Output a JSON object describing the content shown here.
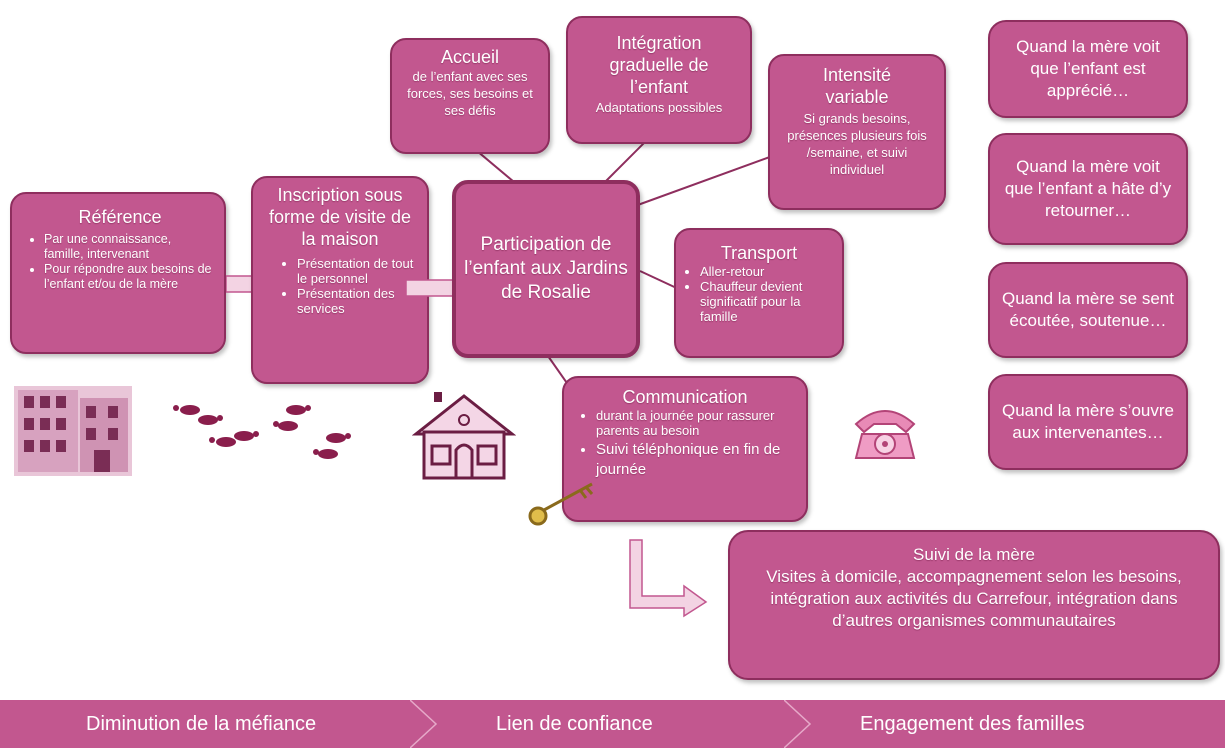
{
  "reference": {
    "title": "Référence",
    "bullets": [
      "Par une connaissance, famille, intervenant",
      "Pour répondre aux besoins de l’enfant et/ou de la mère"
    ]
  },
  "inscription": {
    "title": "Inscription sous forme de visite de la maison",
    "bullets": [
      "Présentation de tout le personnel",
      "Présentation des services"
    ]
  },
  "participation": {
    "title": "Participation de l’enfant aux Jardins de Rosalie"
  },
  "accueil": {
    "title": "Accueil",
    "text": "de l’enfant avec ses forces, ses besoins et ses défis"
  },
  "integration": {
    "title": "Intégration graduelle de l’enfant",
    "text": "Adaptations possibles"
  },
  "intensite": {
    "title": "Intensité variable",
    "text": "Si grands besoins, présences plusieurs fois /semaine, et suivi individuel"
  },
  "transport": {
    "title": "Transport",
    "bullets": [
      "Aller-retour",
      "Chauffeur devient significatif pour la famille"
    ]
  },
  "communication": {
    "title": "Communication",
    "bullets": [
      "durant la journée pour rassurer parents au besoin",
      "Suivi téléphonique en fin de journée"
    ]
  },
  "suivi": {
    "title": "Suivi de la mère",
    "text": "Visites à domicile, accompagnement selon les besoins, intégration aux activités du Carrefour, intégration dans d’autres organismes communautaires"
  },
  "quand": [
    "Quand la mère voit que l’enfant est apprécié…",
    "Quand la mère voit que l’enfant a hâte d’y retourner…",
    "Quand la mère se sent écoutée, soutenue…",
    "Quand la mère s’ouvre aux intervenantes…"
  ],
  "steps": [
    "Diminution de la méfiance",
    "Lien de confiance",
    "Engagement des familles"
  ],
  "colors": {
    "box": "#c2578f",
    "border": "#8e2e5e",
    "arrow": "#f3d3e3",
    "band": "#c2578f"
  },
  "icons": [
    "building-icon",
    "footprints-icon",
    "house-icon",
    "key-icon",
    "telephone-icon"
  ]
}
